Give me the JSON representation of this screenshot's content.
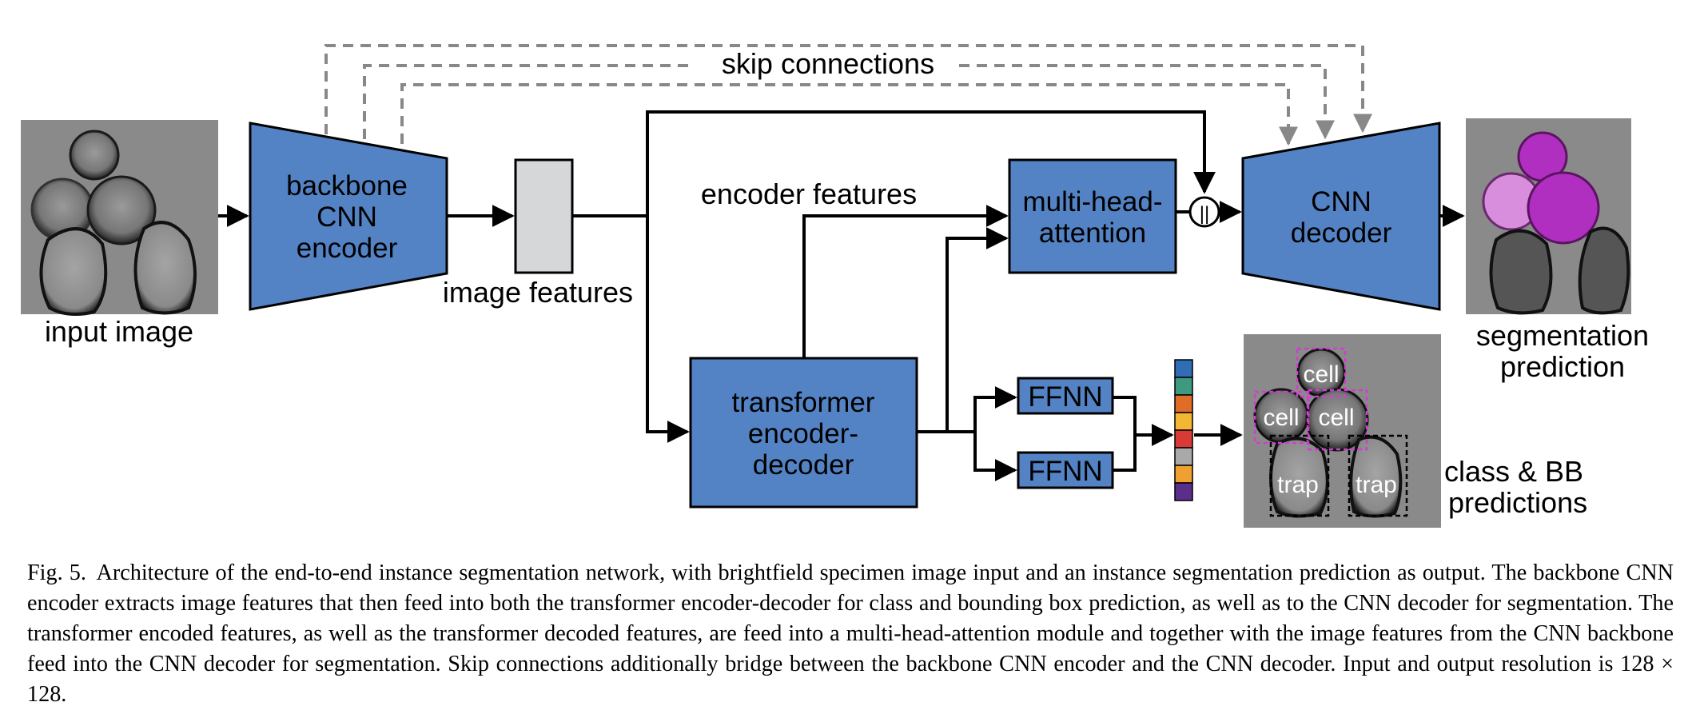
{
  "diagram": {
    "skip_label": "skip connections",
    "input_label": "input image",
    "backbone_label": [
      "backbone",
      "CNN",
      "encoder"
    ],
    "image_features_label": "image features",
    "encoder_features_label": "encoder features",
    "mha_label": [
      "multi-head-",
      "attention"
    ],
    "concat_symbol": "||",
    "cnn_decoder_label": [
      "CNN",
      "decoder"
    ],
    "segmentation_label": [
      "segmentation",
      "prediction"
    ],
    "transformer_label": [
      "transformer",
      "encoder-",
      "decoder"
    ],
    "ffnn_top_label": "FFNN",
    "ffnn_bottom_label": "FFNN",
    "class_bb_label": [
      "class & BB",
      "predictions"
    ],
    "cell_labels": [
      "cell",
      "cell",
      "cell",
      "trap",
      "trap"
    ]
  },
  "colors": {
    "block_blue": "#5383c4",
    "feature_gray": "#d6d7d9",
    "image_bg": "#8a8a8a",
    "dashed_arrow": "#888888",
    "bbox_magenta": "#d63ad6",
    "mask_purple": "#b12fc0",
    "vector_cells": [
      "#2f6db4",
      "#3d9a80",
      "#e06c2a",
      "#f2b833",
      "#d93a36",
      "#a9a9a9",
      "#f0a030",
      "#5a2f8c"
    ]
  },
  "caption": {
    "fig_label": "Fig. 5.",
    "text": "Architecture of the end-to-end instance segmentation network, with brightfield specimen image input and an instance segmentation prediction as output. The backbone CNN encoder extracts image features that then feed into both the transformer encoder-decoder for class and bounding box prediction, as well as to the CNN decoder for segmentation. The transformer encoded features, as well as the transformer decoded features, are feed into a multi-head-attention module and together with the image features from the CNN backbone feed into the CNN decoder for segmentation. Skip connections additionally bridge between the backbone CNN encoder and the CNN decoder. Input and output resolution is 128 × 128."
  }
}
